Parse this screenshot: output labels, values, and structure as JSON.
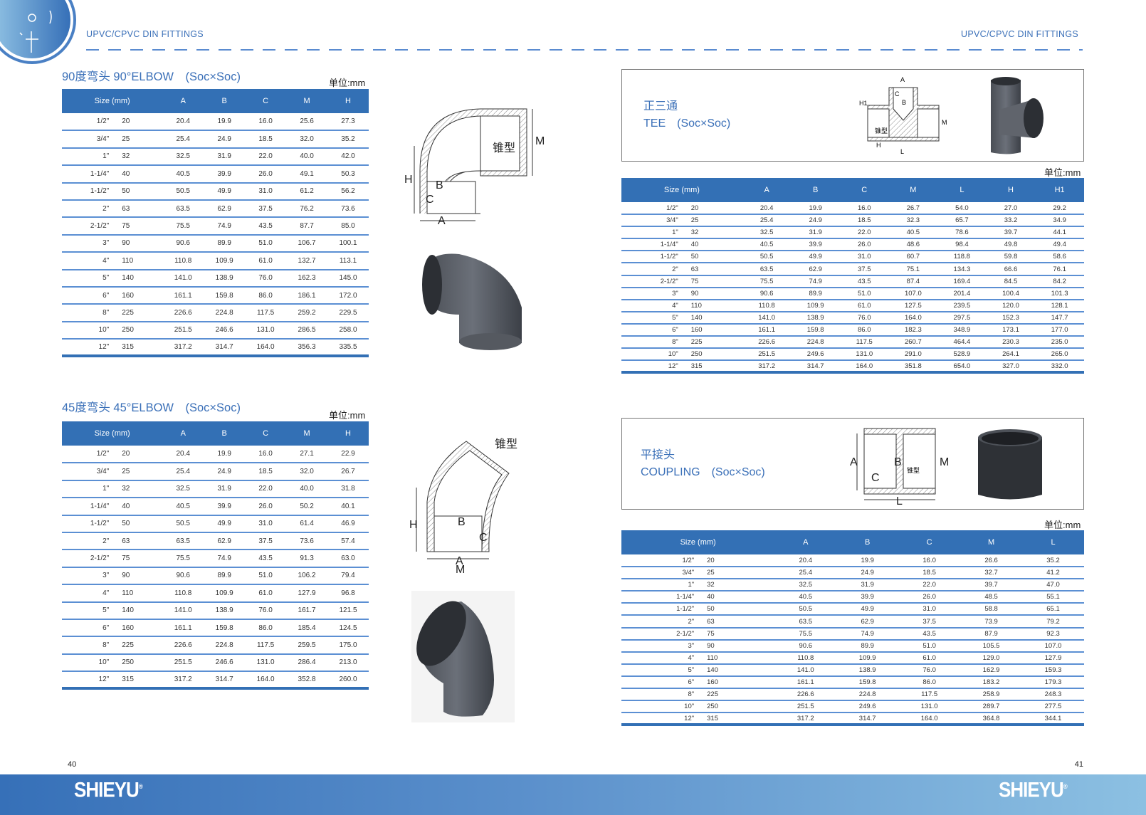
{
  "header": {
    "left": "UPVC/CPVC DIN FITTINGS",
    "right": "UPVC/CPVC DIN FITTINGS"
  },
  "unit_label": "单位:mm",
  "diagram_labels": {
    "cone": "锥型",
    "A": "A",
    "B": "B",
    "C": "C",
    "M": "M",
    "H": "H",
    "H1": "H1",
    "L": "L"
  },
  "elbow90": {
    "title": "90度弯头 90°ELBOW　(Soc×Soc)",
    "columns": [
      "Size  (mm)",
      "A",
      "B",
      "C",
      "M",
      "H"
    ],
    "rows": [
      [
        "1/2\"",
        "20",
        "20.4",
        "19.9",
        "16.0",
        "25.6",
        "27.3"
      ],
      [
        "3/4\"",
        "25",
        "25.4",
        "24.9",
        "18.5",
        "32.0",
        "35.2"
      ],
      [
        "1\"",
        "32",
        "32.5",
        "31.9",
        "22.0",
        "40.0",
        "42.0"
      ],
      [
        "1-1/4\"",
        "40",
        "40.5",
        "39.9",
        "26.0",
        "49.1",
        "50.3"
      ],
      [
        "1-1/2\"",
        "50",
        "50.5",
        "49.9",
        "31.0",
        "61.2",
        "56.2"
      ],
      [
        "2\"",
        "63",
        "63.5",
        "62.9",
        "37.5",
        "76.2",
        "73.6"
      ],
      [
        "2-1/2\"",
        "75",
        "75.5",
        "74.9",
        "43.5",
        "87.7",
        "85.0"
      ],
      [
        "3\"",
        "90",
        "90.6",
        "89.9",
        "51.0",
        "106.7",
        "100.1"
      ],
      [
        "4\"",
        "110",
        "110.8",
        "109.9",
        "61.0",
        "132.7",
        "113.1"
      ],
      [
        "5\"",
        "140",
        "141.0",
        "138.9",
        "76.0",
        "162.3",
        "145.0"
      ],
      [
        "6\"",
        "160",
        "161.1",
        "159.8",
        "86.0",
        "186.1",
        "172.0"
      ],
      [
        "8\"",
        "225",
        "226.6",
        "224.8",
        "117.5",
        "259.2",
        "229.5"
      ],
      [
        "10\"",
        "250",
        "251.5",
        "246.6",
        "131.0",
        "286.5",
        "258.0"
      ],
      [
        "12\"",
        "315",
        "317.2",
        "314.7",
        "164.0",
        "356.3",
        "335.5"
      ]
    ]
  },
  "elbow45": {
    "title": "45度弯头 45°ELBOW　(Soc×Soc)",
    "columns": [
      "Size  (mm)",
      "A",
      "B",
      "C",
      "M",
      "H"
    ],
    "rows": [
      [
        "1/2\"",
        "20",
        "20.4",
        "19.9",
        "16.0",
        "27.1",
        "22.9"
      ],
      [
        "3/4\"",
        "25",
        "25.4",
        "24.9",
        "18.5",
        "32.0",
        "26.7"
      ],
      [
        "1\"",
        "32",
        "32.5",
        "31.9",
        "22.0",
        "40.0",
        "31.8"
      ],
      [
        "1-1/4\"",
        "40",
        "40.5",
        "39.9",
        "26.0",
        "50.2",
        "40.1"
      ],
      [
        "1-1/2\"",
        "50",
        "50.5",
        "49.9",
        "31.0",
        "61.4",
        "46.9"
      ],
      [
        "2\"",
        "63",
        "63.5",
        "62.9",
        "37.5",
        "73.6",
        "57.4"
      ],
      [
        "2-1/2\"",
        "75",
        "75.5",
        "74.9",
        "43.5",
        "91.3",
        "63.0"
      ],
      [
        "3\"",
        "90",
        "90.6",
        "89.9",
        "51.0",
        "106.2",
        "79.4"
      ],
      [
        "4\"",
        "110",
        "110.8",
        "109.9",
        "61.0",
        "127.9",
        "96.8"
      ],
      [
        "5\"",
        "140",
        "141.0",
        "138.9",
        "76.0",
        "161.7",
        "121.5"
      ],
      [
        "6\"",
        "160",
        "161.1",
        "159.8",
        "86.0",
        "185.4",
        "124.5"
      ],
      [
        "8\"",
        "225",
        "226.6",
        "224.8",
        "117.5",
        "259.5",
        "175.0"
      ],
      [
        "10\"",
        "250",
        "251.5",
        "246.6",
        "131.0",
        "286.4",
        "213.0"
      ],
      [
        "12\"",
        "315",
        "317.2",
        "314.7",
        "164.0",
        "352.8",
        "260.0"
      ]
    ]
  },
  "tee": {
    "title_cn": "正三通",
    "title_en": "TEE　(Soc×Soc)",
    "columns": [
      "Size (mm)",
      "A",
      "B",
      "C",
      "M",
      "L",
      "H",
      "H1"
    ],
    "rows": [
      [
        "1/2\"",
        "20",
        "20.4",
        "19.9",
        "16.0",
        "26.7",
        "54.0",
        "27.0",
        "29.2"
      ],
      [
        "3/4\"",
        "25",
        "25.4",
        "24.9",
        "18.5",
        "32.3",
        "65.7",
        "33.2",
        "34.9"
      ],
      [
        "1\"",
        "32",
        "32.5",
        "31.9",
        "22.0",
        "40.5",
        "78.6",
        "39.7",
        "44.1"
      ],
      [
        "1-1/4\"",
        "40",
        "40.5",
        "39.9",
        "26.0",
        "48.6",
        "98.4",
        "49.8",
        "49.4"
      ],
      [
        "1-1/2\"",
        "50",
        "50.5",
        "49.9",
        "31.0",
        "60.7",
        "118.8",
        "59.8",
        "58.6"
      ],
      [
        "2\"",
        "63",
        "63.5",
        "62.9",
        "37.5",
        "75.1",
        "134.3",
        "66.6",
        "76.1"
      ],
      [
        "2-1/2\"",
        "75",
        "75.5",
        "74.9",
        "43.5",
        "87.4",
        "169.4",
        "84.5",
        "84.2"
      ],
      [
        "3\"",
        "90",
        "90.6",
        "89.9",
        "51.0",
        "107.0",
        "201.4",
        "100.4",
        "101.3"
      ],
      [
        "4\"",
        "110",
        "110.8",
        "109.9",
        "61.0",
        "127.5",
        "239.5",
        "120.0",
        "128.1"
      ],
      [
        "5\"",
        "140",
        "141.0",
        "138.9",
        "76.0",
        "164.0",
        "297.5",
        "152.3",
        "147.7"
      ],
      [
        "6\"",
        "160",
        "161.1",
        "159.8",
        "86.0",
        "182.3",
        "348.9",
        "173.1",
        "177.0"
      ],
      [
        "8\"",
        "225",
        "226.6",
        "224.8",
        "117.5",
        "260.7",
        "464.4",
        "230.3",
        "235.0"
      ],
      [
        "10\"",
        "250",
        "251.5",
        "249.6",
        "131.0",
        "291.0",
        "528.9",
        "264.1",
        "265.0"
      ],
      [
        "12\"",
        "315",
        "317.2",
        "314.7",
        "164.0",
        "351.8",
        "654.0",
        "327.0",
        "332.0"
      ]
    ]
  },
  "coupling": {
    "title_cn": "平接头",
    "title_en": "COUPLING　(Soc×Soc)",
    "columns": [
      "Size (mm)",
      "A",
      "B",
      "C",
      "M",
      "L"
    ],
    "rows": [
      [
        "1/2\"",
        "20",
        "20.4",
        "19.9",
        "16.0",
        "26.6",
        "35.2"
      ],
      [
        "3/4\"",
        "25",
        "25.4",
        "24.9",
        "18.5",
        "32.7",
        "41.2"
      ],
      [
        "1\"",
        "32",
        "32.5",
        "31.9",
        "22.0",
        "39.7",
        "47.0"
      ],
      [
        "1-1/4\"",
        "40",
        "40.5",
        "39.9",
        "26.0",
        "48.5",
        "55.1"
      ],
      [
        "1-1/2\"",
        "50",
        "50.5",
        "49.9",
        "31.0",
        "58.8",
        "65.1"
      ],
      [
        "2\"",
        "63",
        "63.5",
        "62.9",
        "37.5",
        "73.9",
        "79.2"
      ],
      [
        "2-1/2\"",
        "75",
        "75.5",
        "74.9",
        "43.5",
        "87.9",
        "92.3"
      ],
      [
        "3\"",
        "90",
        "90.6",
        "89.9",
        "51.0",
        "105.5",
        "107.0"
      ],
      [
        "4\"",
        "110",
        "110.8",
        "109.9",
        "61.0",
        "129.0",
        "127.9"
      ],
      [
        "5\"",
        "140",
        "141.0",
        "138.9",
        "76.0",
        "162.9",
        "159.3"
      ],
      [
        "6\"",
        "160",
        "161.1",
        "159.8",
        "86.0",
        "183.2",
        "179.3"
      ],
      [
        "8\"",
        "225",
        "226.6",
        "224.8",
        "117.5",
        "258.9",
        "248.3"
      ],
      [
        "10\"",
        "250",
        "251.5",
        "249.6",
        "131.0",
        "289.7",
        "277.5"
      ],
      [
        "12\"",
        "315",
        "317.2",
        "314.7",
        "164.0",
        "364.8",
        "344.1"
      ]
    ]
  },
  "footer": {
    "page_left": "40",
    "page_right": "41",
    "brand": "SHIEYU",
    "brand_mark": "®"
  },
  "colors": {
    "accent": "#3370b5",
    "title": "#3b70b8"
  }
}
